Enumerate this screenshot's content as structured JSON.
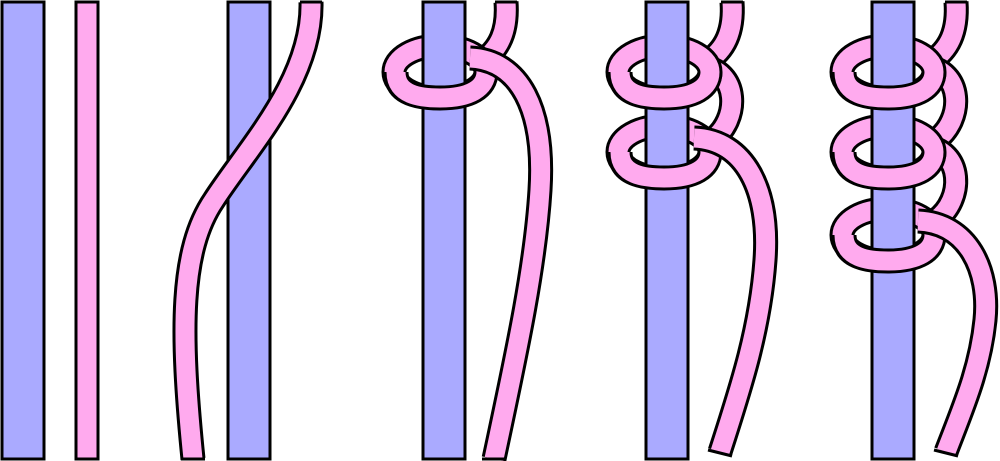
{
  "colors": {
    "background": "#ffffff",
    "rod_fill": "#aaaaff",
    "cord_fill": "#ffaaee",
    "outline": "#000000"
  },
  "panels": [
    {
      "step": 1,
      "loops": 0,
      "description_icon": "separate-cord-and-rod"
    },
    {
      "step": 2,
      "loops": 0,
      "description_icon": "cord-crossing-rod"
    },
    {
      "step": 3,
      "loops": 1,
      "description_icon": "one-hitch"
    },
    {
      "step": 4,
      "loops": 2,
      "description_icon": "two-hitches"
    },
    {
      "step": 5,
      "loops": 3,
      "description_icon": "three-hitches"
    }
  ]
}
